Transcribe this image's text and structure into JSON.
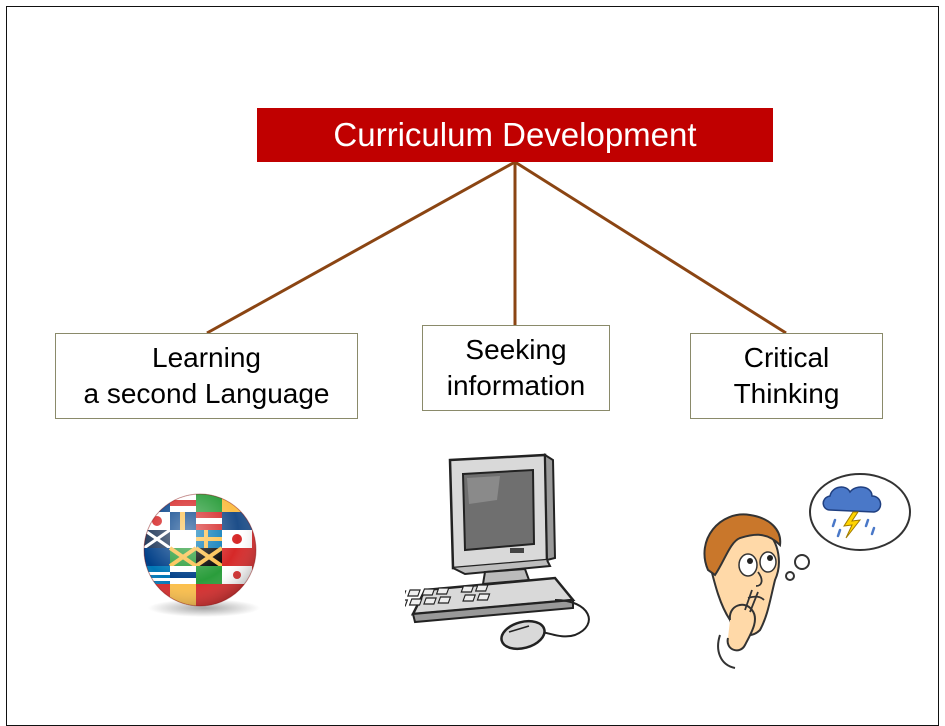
{
  "diagram": {
    "root": "Curriculum Development",
    "branches": [
      {
        "lines": [
          "Learning",
          "a second Language"
        ],
        "icon": "flag-globe-icon"
      },
      {
        "lines": [
          "Seeking",
          "information"
        ],
        "icon": "desktop-computer-icon"
      },
      {
        "lines": [
          "Critical",
          "Thinking"
        ],
        "icon": "thinking-person-icon"
      }
    ]
  },
  "colors": {
    "root_fill": "#c00000",
    "connector": "#8b4513"
  }
}
